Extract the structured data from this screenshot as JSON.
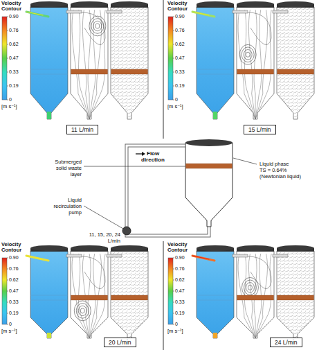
{
  "diagram": {
    "nodes": [
      {
        "text": [
          "11 L/min"
        ]
      },
      {
        "text": [
          "15 L/min"
        ]
      },
      {
        "text": [
          "20 L/min"
        ]
      },
      {
        "text": [
          "24 L/min"
        ]
      }
    ],
    "labels": [
      "Velocity Contour",
      "0.90",
      "0.76",
      "0.62",
      "0.47",
      "0.33",
      "0.19",
      "0",
      "[m s⁻¹]",
      "Velocity Contour",
      "0.90",
      "0.76",
      "0.62",
      "0.47",
      "0.33",
      "0.19",
      "0",
      "[m s⁻¹]",
      "Flow",
      "direction",
      "Liquid phase",
      "TS = 0.64%",
      "(Newtonian liquid)",
      "Submerged",
      "solid waste",
      "layer",
      "Liquid",
      "recirculation",
      "pump",
      "11, 15, 20, 24",
      "L/min",
      "Velocity Contour",
      "0.90",
      "0.76",
      "0.62",
      "0.47",
      "0.33",
      "0.19",
      "0",
      "[m s⁻¹]",
      "Velocity Contour",
      "0.90",
      "0.76",
      "0.62",
      "0.47",
      "0.33",
      "0.19",
      "0",
      "[m s⁻¹]"
    ]
  }
}
